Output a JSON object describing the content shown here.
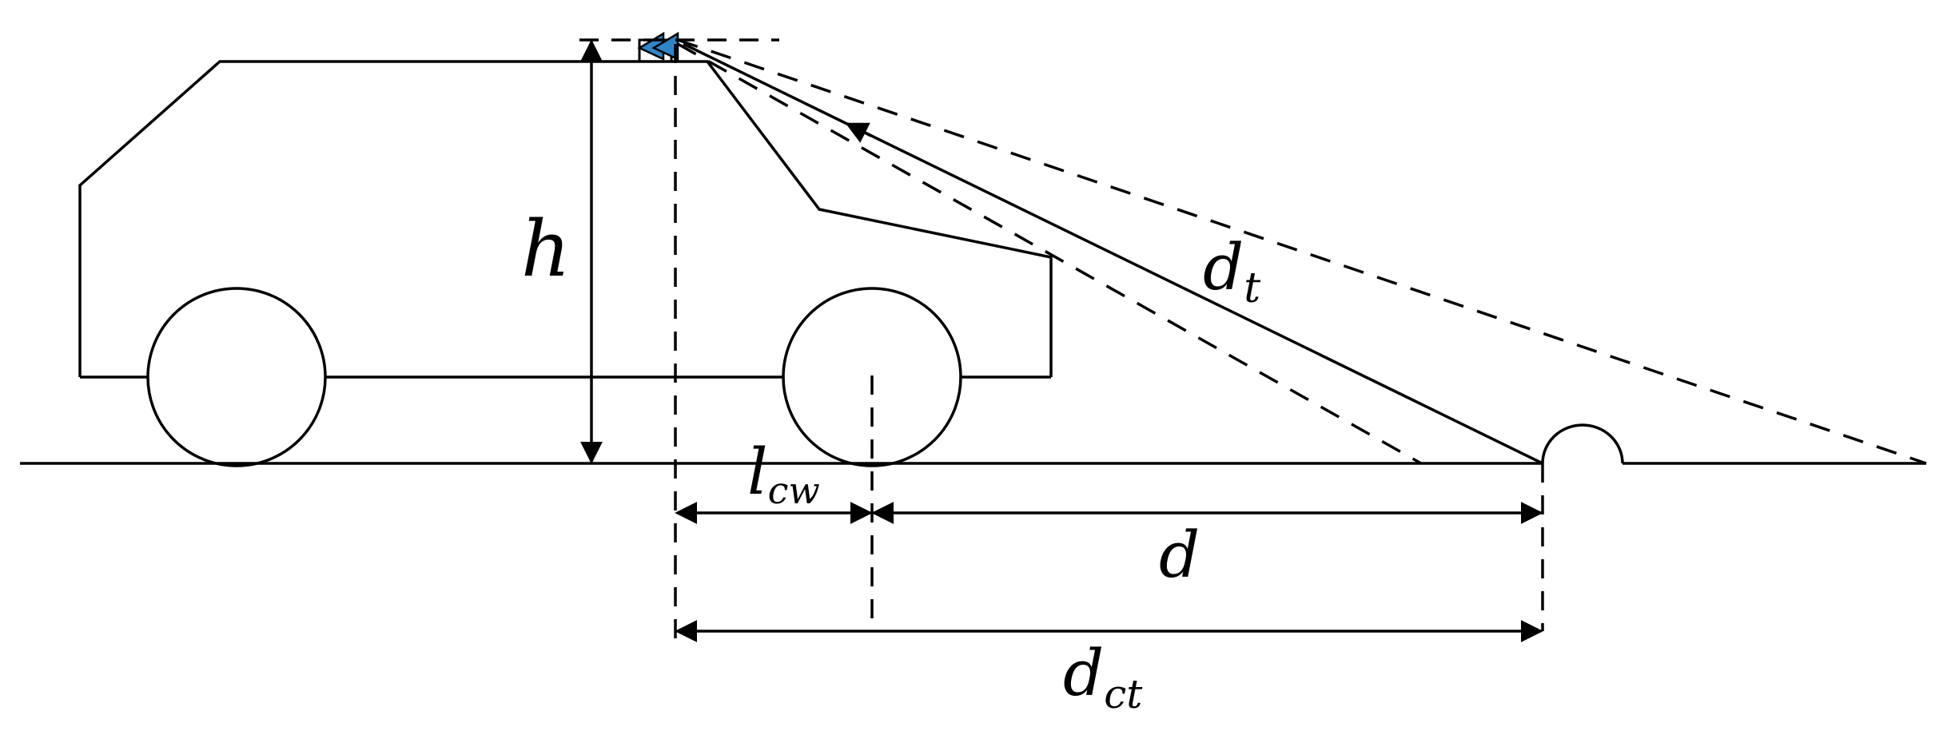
{
  "labels": {
    "h": "h",
    "dt_main": "d",
    "dt_sub": "t",
    "lcw_main": "l",
    "lcw_sub": "cw",
    "d": "d",
    "dct_main": "d",
    "dct_sub": "ct"
  },
  "colors": {
    "sensor_fill": "#2e86c8",
    "line": "#000000"
  }
}
